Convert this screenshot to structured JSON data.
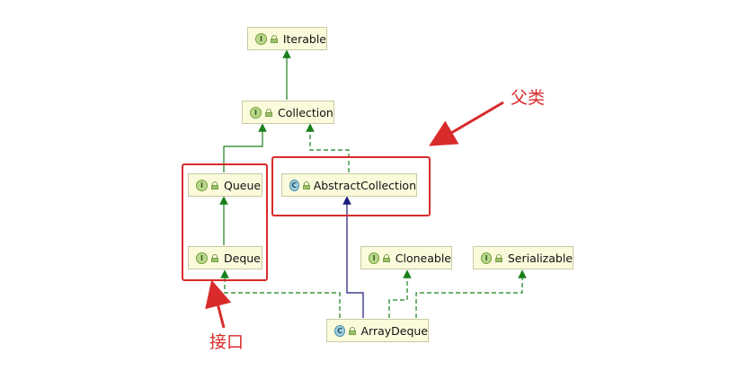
{
  "nodes": {
    "iterable": {
      "badge": "I",
      "label": "Iterable"
    },
    "collection": {
      "badge": "I",
      "label": "Collection"
    },
    "queue": {
      "badge": "I",
      "label": "Queue"
    },
    "abstract_collection": {
      "badge": "C",
      "label": "AbstractCollection"
    },
    "deque": {
      "badge": "I",
      "label": "Deque"
    },
    "cloneable": {
      "badge": "I",
      "label": "Cloneable"
    },
    "serializable": {
      "badge": "I",
      "label": "Serializable"
    },
    "array_deque": {
      "badge": "C",
      "label": "ArrayDeque"
    }
  },
  "annotations": {
    "parent_class": "父类",
    "interface": "接口"
  },
  "colors": {
    "interface_link": "#1a7f1a",
    "class_link": "#1a1a7a",
    "highlight": "#d92b2b"
  }
}
